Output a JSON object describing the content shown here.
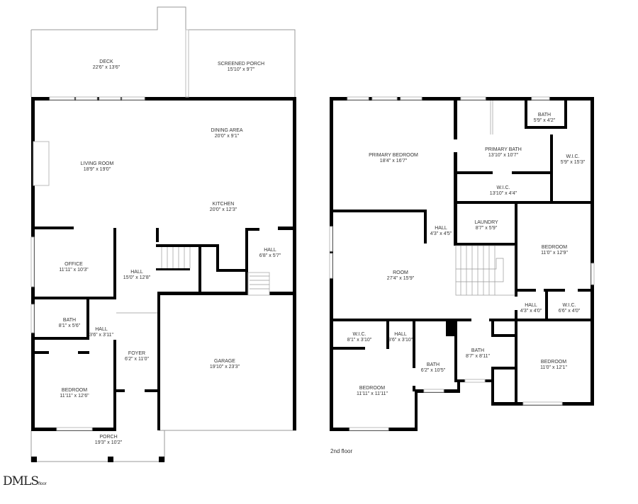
{
  "first_floor": {
    "rooms": [
      {
        "name": "DECK",
        "dims": "22'6\" x 13'6\""
      },
      {
        "name": "SCREENED PORCH",
        "dims": "15'10\" x 9'7\""
      },
      {
        "name": "DINING AREA",
        "dims": "20'0\" x 9'1\""
      },
      {
        "name": "LIVING ROOM",
        "dims": "18'9\" x 19'0\""
      },
      {
        "name": "KITCHEN",
        "dims": "20'0\" x 12'3\""
      },
      {
        "name": "HALL",
        "dims": "6'8\" x 5'7\""
      },
      {
        "name": "OFFICE",
        "dims": "11'11\" x 10'3\""
      },
      {
        "name": "HALL",
        "dims": "15'0\" x 12'8\""
      },
      {
        "name": "BATH",
        "dims": "8'1\" x 5'6\""
      },
      {
        "name": "HALL",
        "dims": "3'6\" x 3'11\""
      },
      {
        "name": "FOYER",
        "dims": "6'2\" x 11'0\""
      },
      {
        "name": "GARAGE",
        "dims": "19'10\" x 23'3\""
      },
      {
        "name": "BEDROOM",
        "dims": "11'11\" x 12'6\""
      },
      {
        "name": "PORCH",
        "dims": "19'3\" x 10'2\""
      }
    ]
  },
  "second_floor": {
    "caption": "2nd floor",
    "rooms": [
      {
        "name": "PRIMARY BEDROOM",
        "dims": "18'4\" x 16'7\""
      },
      {
        "name": "BATH",
        "dims": "5'9\" x 4'2\""
      },
      {
        "name": "PRIMARY BATH",
        "dims": "13'10\" x 10'7\""
      },
      {
        "name": "W.I.C.",
        "dims": "5'9\" x 15'3\""
      },
      {
        "name": "W.I.C.",
        "dims": "13'10\" x 4'4\""
      },
      {
        "name": "HALL",
        "dims": "4'3\" x 4'5\""
      },
      {
        "name": "LAUNDRY",
        "dims": "8'7\" x 5'9\""
      },
      {
        "name": "BEDROOM",
        "dims": "11'0\" x 12'9\""
      },
      {
        "name": "ROOM",
        "dims": "27'4\" x 15'9\""
      },
      {
        "name": "HALL",
        "dims": "4'3\" x 4'0\""
      },
      {
        "name": "W.I.C.",
        "dims": "6'6\" x 4'0\""
      },
      {
        "name": "W.I.C.",
        "dims": "8'1\" x 3'10\""
      },
      {
        "name": "HALL",
        "dims": "3'6\" x 3'10\""
      },
      {
        "name": "BATH",
        "dims": "6'2\" x 10'5\""
      },
      {
        "name": "BATH",
        "dims": "8'7\" x 8'11\""
      },
      {
        "name": "BEDROOM",
        "dims": "11'0\" x 12'1\""
      },
      {
        "name": "BEDROOM",
        "dims": "11'11\" x 11'11\""
      }
    ]
  },
  "logo": {
    "text": "DMLS",
    "sub": "floor"
  },
  "colors": {
    "wall": "#000000",
    "thin_line": "#9a9a9a",
    "window": "#bdbdbd"
  }
}
